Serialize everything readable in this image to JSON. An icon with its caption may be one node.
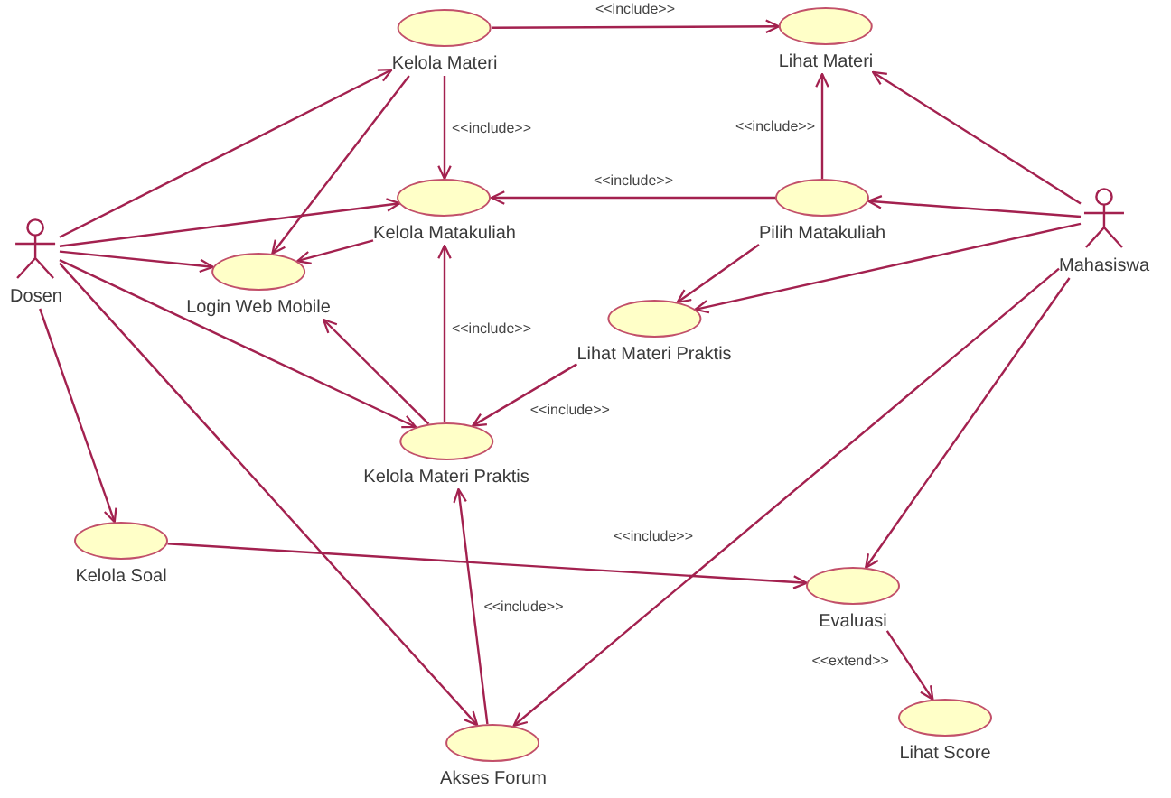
{
  "diagram": {
    "nodes": [
      {
        "text": [
          "Kelola Materi"
        ]
      },
      {
        "text": [
          "Lihat Materi"
        ]
      },
      {
        "text": [
          "Kelola Matakuliah"
        ]
      },
      {
        "text": [
          "Pilih Matakuliah"
        ]
      },
      {
        "text": [
          "Mahasiswa"
        ]
      },
      {
        "text": [
          "Dosen"
        ]
      },
      {
        "text": [
          "Login Web Mobile"
        ]
      },
      {
        "text": [
          "Lihat Materi Praktis"
        ]
      },
      {
        "text": [
          "Kelola Materi Praktis"
        ]
      },
      {
        "text": [
          "Kelola Soal"
        ]
      },
      {
        "text": [
          "Evaluasi"
        ]
      },
      {
        "text": [
          "Lihat Score"
        ]
      },
      {
        "text": [
          "Akses Forum"
        ]
      }
    ],
    "edges": [
      {
        "from": 5,
        "to": 0,
        "arrow": "to"
      },
      {
        "from": 5,
        "to": 2,
        "arrow": "to"
      },
      {
        "from": 5,
        "to": 6,
        "arrow": "to"
      },
      {
        "from": 5,
        "to": 8,
        "arrow": "to"
      },
      {
        "from": 5,
        "to": 9,
        "arrow": "to"
      },
      {
        "from": 5,
        "to": 12,
        "arrow": "to"
      },
      {
        "from": 0,
        "to": 1,
        "arrow": "to",
        "label": "<<include>>"
      },
      {
        "from": 0,
        "to": 2,
        "arrow": "to",
        "label": "<<include>>"
      },
      {
        "from": 0,
        "to": 6,
        "arrow": "to"
      },
      {
        "from": 2,
        "to": 6,
        "arrow": "to"
      },
      {
        "from": 3,
        "to": 2,
        "arrow": "to",
        "label": "<<include>>"
      },
      {
        "from": 3,
        "to": 1,
        "arrow": "to",
        "label": "<<include>>"
      },
      {
        "from": 4,
        "to": 1,
        "arrow": "to"
      },
      {
        "from": 4,
        "to": 3,
        "arrow": "to"
      },
      {
        "from": 4,
        "to": 7,
        "arrow": "to"
      },
      {
        "from": 3,
        "to": 7,
        "arrow": "to"
      },
      {
        "from": 8,
        "to": 2,
        "arrow": "to",
        "label": "<<include>>"
      },
      {
        "from": 8,
        "to": 6,
        "arrow": "to"
      },
      {
        "from": 7,
        "to": 8,
        "arrow": "to",
        "label": "<<include>>"
      },
      {
        "from": 9,
        "to": 10,
        "arrow": "to",
        "label": "<<include>>"
      },
      {
        "from": 4,
        "to": 10,
        "arrow": "to"
      },
      {
        "from": 4,
        "to": 12,
        "arrow": "to"
      },
      {
        "from": 12,
        "to": 8,
        "arrow": "to",
        "label": "<<include>>"
      },
      {
        "from": 10,
        "to": 11,
        "arrow": "to",
        "label": "<<extend>>"
      }
    ]
  }
}
